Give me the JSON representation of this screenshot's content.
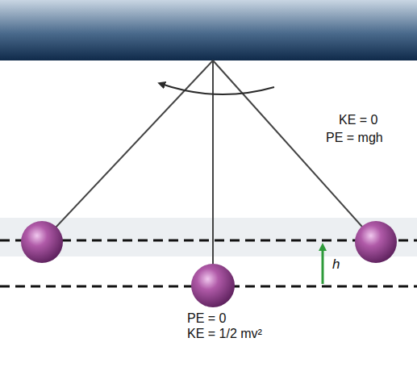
{
  "diagram": {
    "labels": [
      "KE = 0",
      "PE = mgh",
      "h",
      "PE = 0",
      "KE = 1/2 mv²"
    ]
  }
}
